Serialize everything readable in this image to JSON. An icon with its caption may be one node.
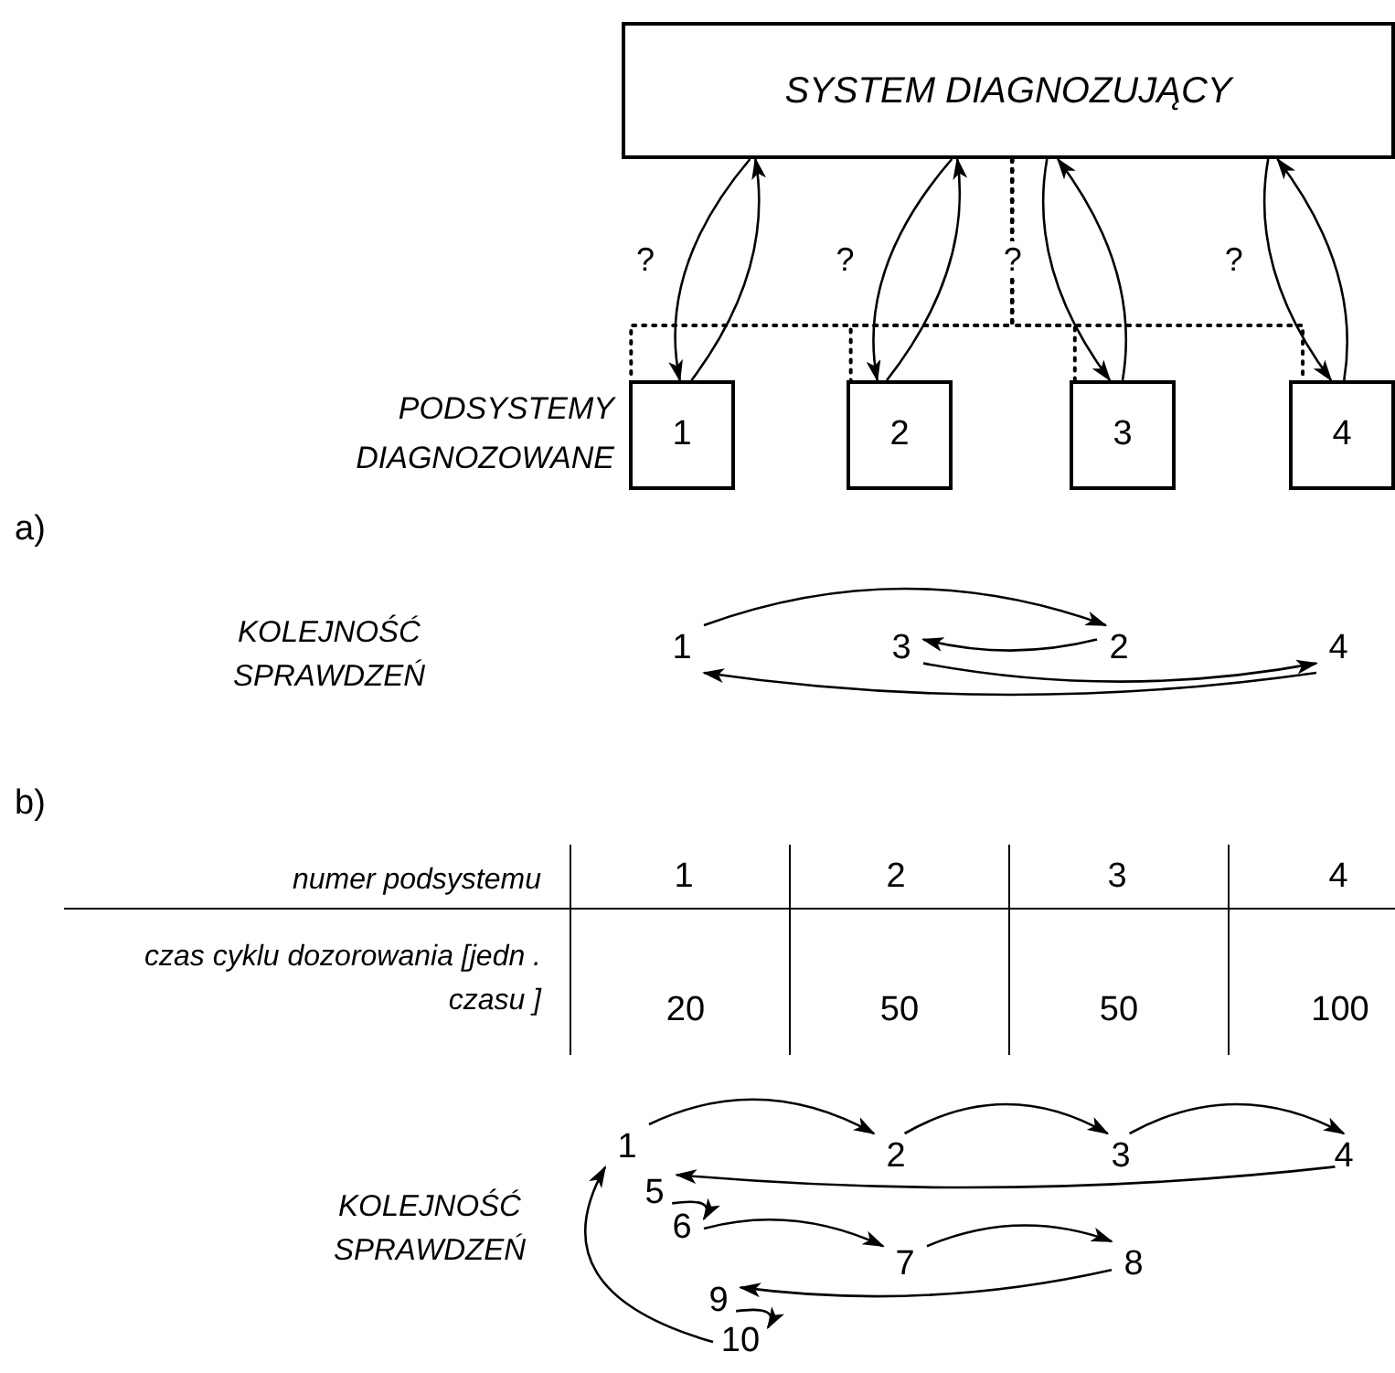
{
  "diagram": {
    "nodes": [
      {
        "text": [
          "SYSTEM DIAGNOZUJĄCY"
        ]
      },
      {
        "text": [
          "1"
        ]
      },
      {
        "text": [
          "2"
        ]
      },
      {
        "text": [
          "3"
        ]
      },
      {
        "text": [
          "4"
        ]
      },
      {
        "text": [
          "1"
        ]
      },
      {
        "text": [
          "3"
        ]
      },
      {
        "text": [
          "2"
        ]
      },
      {
        "text": [
          "4"
        ]
      },
      {
        "text": [
          "1"
        ]
      },
      {
        "text": [
          "2"
        ]
      },
      {
        "text": [
          "3"
        ]
      },
      {
        "text": [
          "4"
        ]
      },
      {
        "text": [
          "5"
        ]
      },
      {
        "text": [
          "6"
        ]
      },
      {
        "text": [
          "7"
        ]
      },
      {
        "text": [
          "8"
        ]
      },
      {
        "text": [
          "9"
        ]
      },
      {
        "text": [
          "10"
        ]
      }
    ],
    "edges": [
      {
        "from": 0,
        "to": 1,
        "arrow": "to",
        "label": "?"
      },
      {
        "from": 1,
        "to": 0,
        "arrow": "to"
      },
      {
        "from": 0,
        "to": 2,
        "arrow": "to",
        "label": "?"
      },
      {
        "from": 2,
        "to": 0,
        "arrow": "to"
      },
      {
        "from": 0,
        "to": 3,
        "arrow": "to",
        "label": "?"
      },
      {
        "from": 3,
        "to": 0,
        "arrow": "to"
      },
      {
        "from": 0,
        "to": 4,
        "arrow": "to",
        "label": "?"
      },
      {
        "from": 4,
        "to": 0,
        "arrow": "to"
      },
      {
        "from": 0,
        "to": 1,
        "arrow": "none",
        "style": "dashed"
      },
      {
        "from": 0,
        "to": 2,
        "arrow": "none",
        "style": "dashed"
      },
      {
        "from": 0,
        "to": 3,
        "arrow": "none",
        "style": "dashed"
      },
      {
        "from": 0,
        "to": 4,
        "arrow": "none",
        "style": "dashed"
      },
      {
        "from": 5,
        "to": 7,
        "arrow": "to"
      },
      {
        "from": 7,
        "to": 6,
        "arrow": "to"
      },
      {
        "from": 6,
        "to": 8,
        "arrow": "to"
      },
      {
        "from": 8,
        "to": 5,
        "arrow": "to"
      },
      {
        "from": 9,
        "to": 10,
        "arrow": "to"
      },
      {
        "from": 10,
        "to": 11,
        "arrow": "to"
      },
      {
        "from": 11,
        "to": 12,
        "arrow": "to"
      },
      {
        "from": 12,
        "to": 13,
        "arrow": "to"
      },
      {
        "from": 13,
        "to": 14,
        "arrow": "to"
      },
      {
        "from": 14,
        "to": 15,
        "arrow": "to"
      },
      {
        "from": 15,
        "to": 16,
        "arrow": "to"
      },
      {
        "from": 16,
        "to": 17,
        "arrow": "to"
      },
      {
        "from": 17,
        "to": 18,
        "arrow": "to"
      },
      {
        "from": 18,
        "to": 9,
        "arrow": "to"
      }
    ],
    "labels": [
      "PODSYSTEMY DIAGNOZOWANE",
      "a)",
      "KOLEJNOŚĆ SPRAWDZEŃ",
      "b)",
      "numer podsystemu",
      "1",
      "2",
      "3",
      "4",
      "czas cyklu dozorowania [jedn . czasu ]",
      "20",
      "50",
      "50",
      "100",
      "KOLEJNOŚĆ SPRAWDZEŃ"
    ]
  }
}
